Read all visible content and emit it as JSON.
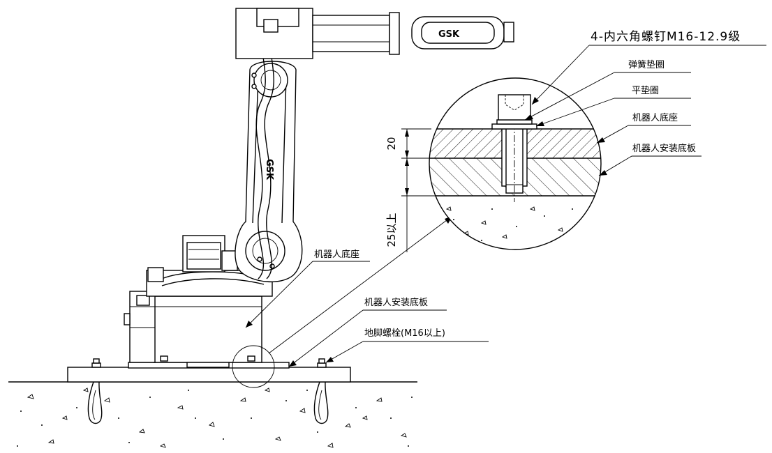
{
  "labels": {
    "bolt_spec": "4-内六角螺钉M16-12.9级",
    "spring_washer": "弹簧垫圈",
    "flat_washer": "平垫圈",
    "robot_base_detail": "机器人底座",
    "mount_plate_detail": "机器人安装底板",
    "robot_base_main": "机器人底座",
    "mount_plate_main": "机器人安装底板",
    "anchor_bolt": "地脚螺栓(M16以上)",
    "brand_logo": "GSK"
  },
  "dimensions": {
    "plate_thickness": "20",
    "embed_depth": "25以上"
  }
}
